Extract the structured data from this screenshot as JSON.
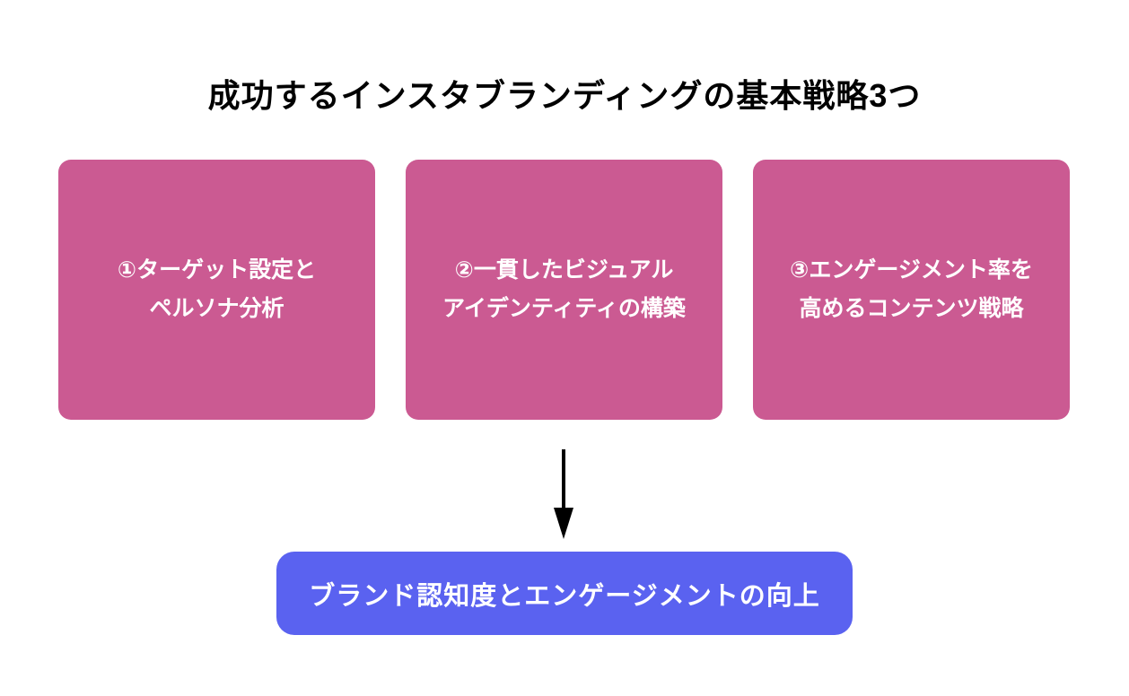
{
  "title": "成功するインスタブランディングの基本戦略3つ",
  "strategy_boxes": [
    {
      "label": "①ターゲット設定と\nペルソナ分析"
    },
    {
      "label": "②一貫したビジュアル\nアイデンティティの構築"
    },
    {
      "label": "③エンゲージメント率を\n高めるコンテンツ戦略"
    }
  ],
  "outcome_box": {
    "label": "ブランド認知度とエンゲージメントの向上"
  },
  "colors": {
    "strategy_bg": "#CB5A92",
    "outcome_bg": "#5A62F0",
    "text_on_color": "#FFFFFF",
    "title_color": "#000000",
    "arrow_color": "#000000",
    "background": "#FFFFFF"
  }
}
